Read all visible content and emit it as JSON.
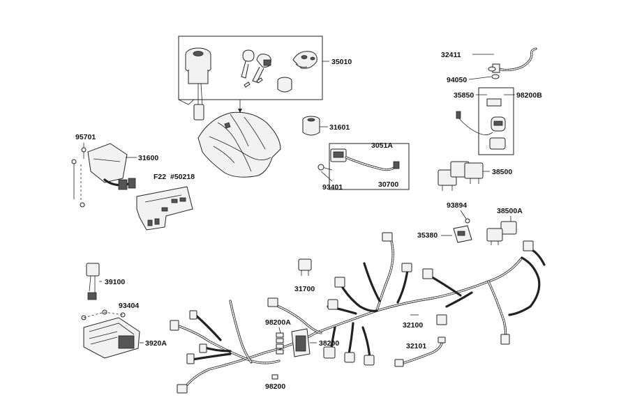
{
  "labels": {
    "l35010": "35010",
    "l32411": "32411",
    "l94050": "94050",
    "l35850": "35850",
    "l98200B": "98200B",
    "l31601": "31601",
    "l95701": "95701",
    "l31600": "31600",
    "l3051A": "3051A",
    "lF22": "F22",
    "l50218": "#50218",
    "l93401": "93401",
    "l30700": "30700",
    "l38500": "38500",
    "l93894": "93894",
    "l38500A": "38500A",
    "l35380": "35380",
    "l39100": "39100",
    "l31700": "31700",
    "l93404": "93404",
    "l98200A": "98200A",
    "l32100": "32100",
    "l3920A": "3920A",
    "l38200": "38200",
    "l32101": "32101",
    "l98200": "98200"
  }
}
